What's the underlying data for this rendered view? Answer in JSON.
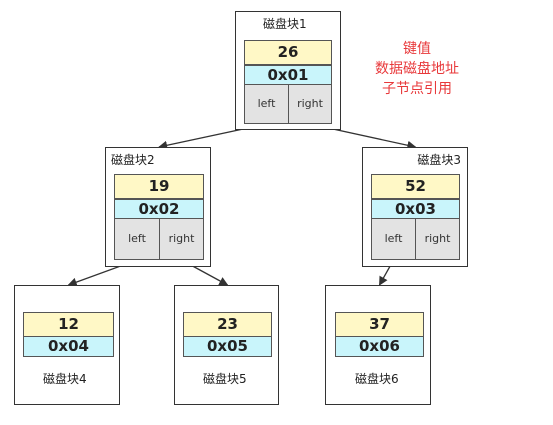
{
  "legend": [
    "键值",
    "数据磁盘地址",
    "子节点引用"
  ],
  "colors": {
    "key_fill": "#fff8c6",
    "address_fill": "#c9f5fb",
    "pointer_fill": "#e3e3e3",
    "legend_text": "#e8383a",
    "edge": "#333333"
  },
  "blocks": [
    {
      "id": "b1",
      "label": "磁盘块1",
      "key": "26",
      "address": "0x01",
      "left": "left",
      "right": "right"
    },
    {
      "id": "b2",
      "label": "磁盘块2",
      "key": "19",
      "address": "0x02",
      "left": "left",
      "right": "right"
    },
    {
      "id": "b3",
      "label": "磁盘块3",
      "key": "52",
      "address": "0x03",
      "left": "left",
      "right": "right"
    },
    {
      "id": "b4",
      "label": "磁盘块4",
      "key": "12",
      "address": "0x04"
    },
    {
      "id": "b5",
      "label": "磁盘块5",
      "key": "23",
      "address": "0x05"
    },
    {
      "id": "b6",
      "label": "磁盘块6",
      "key": "37",
      "address": "0x06"
    }
  ],
  "edges": [
    {
      "from": "b1",
      "side": "left",
      "to": "b2"
    },
    {
      "from": "b1",
      "side": "right",
      "to": "b3"
    },
    {
      "from": "b2",
      "side": "left",
      "to": "b4"
    },
    {
      "from": "b2",
      "side": "right",
      "to": "b5"
    },
    {
      "from": "b3",
      "side": "left",
      "to": "b6"
    }
  ]
}
